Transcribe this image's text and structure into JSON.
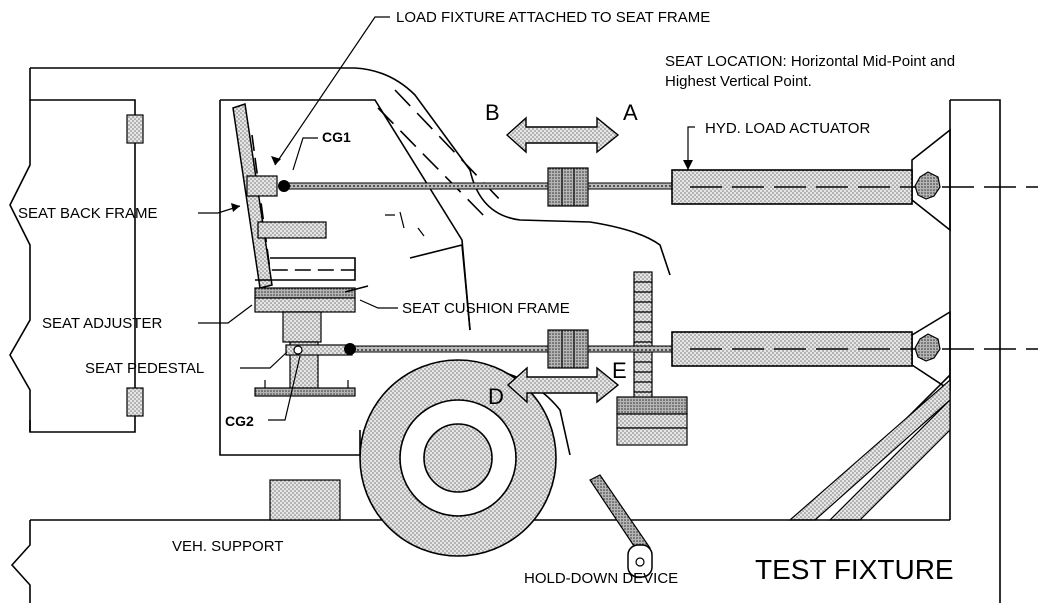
{
  "labels": {
    "load_fixture": "LOAD FIXTURE ATTACHED TO SEAT FRAME",
    "seat_location_line1": "SEAT LOCATION:  Horizontal Mid-Point and",
    "seat_location_line2": "Highest Vertical Point.",
    "dir_b": "B",
    "dir_a": "A",
    "dir_d": "D",
    "dir_e": "E",
    "hyd_actuator": "HYD. LOAD ACTUATOR",
    "cg1": "CG1",
    "cg2": "CG2",
    "seat_back_frame": "SEAT BACK FRAME",
    "seat_adjuster": "SEAT ADJUSTER",
    "seat_cushion_frame": "SEAT CUSHION FRAME",
    "seat_pedestal": "SEAT PEDESTAL",
    "veh_support": "VEH. SUPPORT",
    "hold_down": "HOLD-DOWN DEVICE",
    "test_fixture": "TEST FIXTURE"
  },
  "colors": {
    "line": "#000000",
    "fill_light": "#dcdcdc",
    "fill_dark": "#9a9a9a"
  }
}
